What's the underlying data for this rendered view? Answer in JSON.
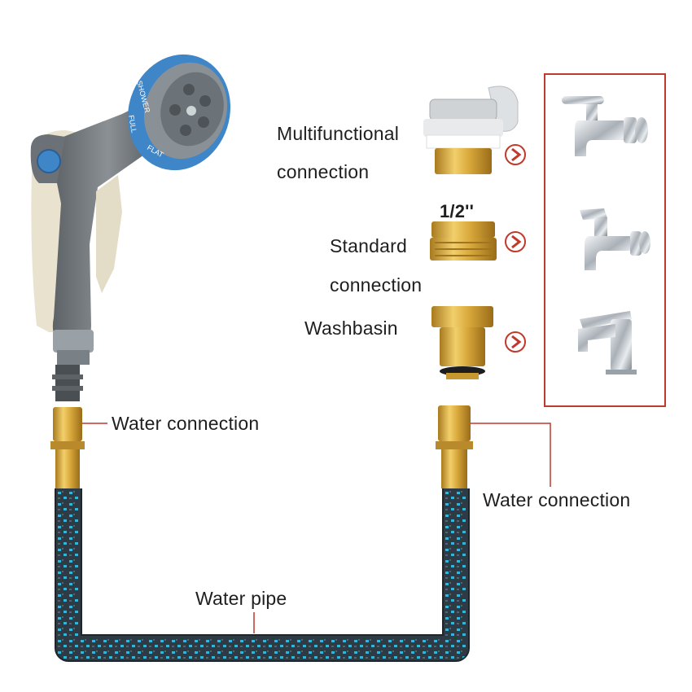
{
  "labels": {
    "multifunctional_line1": "Multifunctional",
    "multifunctional_line2": "connection",
    "half_inch": "1/2''",
    "standard_line1": "Standard",
    "standard_line2": "connection",
    "washbasin": "Washbasin",
    "water_connection_left": "Water connection",
    "water_connection_right": "Water connection",
    "water_pipe": "Water pipe"
  },
  "nozzle_ring_text": {
    "shower": "SHOWER",
    "full": "FULL",
    "flat": "FLAT"
  },
  "colors": {
    "accent_red": "#c0392b",
    "nozzle_blue": "#3f86c9",
    "body_gray": "#6f7478",
    "brass": "#d4a53a",
    "hose_dark": "#2e3a44",
    "hose_cyan": "#2fb6d9"
  },
  "icons": [
    "spray-gun-icon",
    "brass-fitting-icon",
    "arrow-right-circle-icon",
    "faucet-icon",
    "hose-icon"
  ]
}
